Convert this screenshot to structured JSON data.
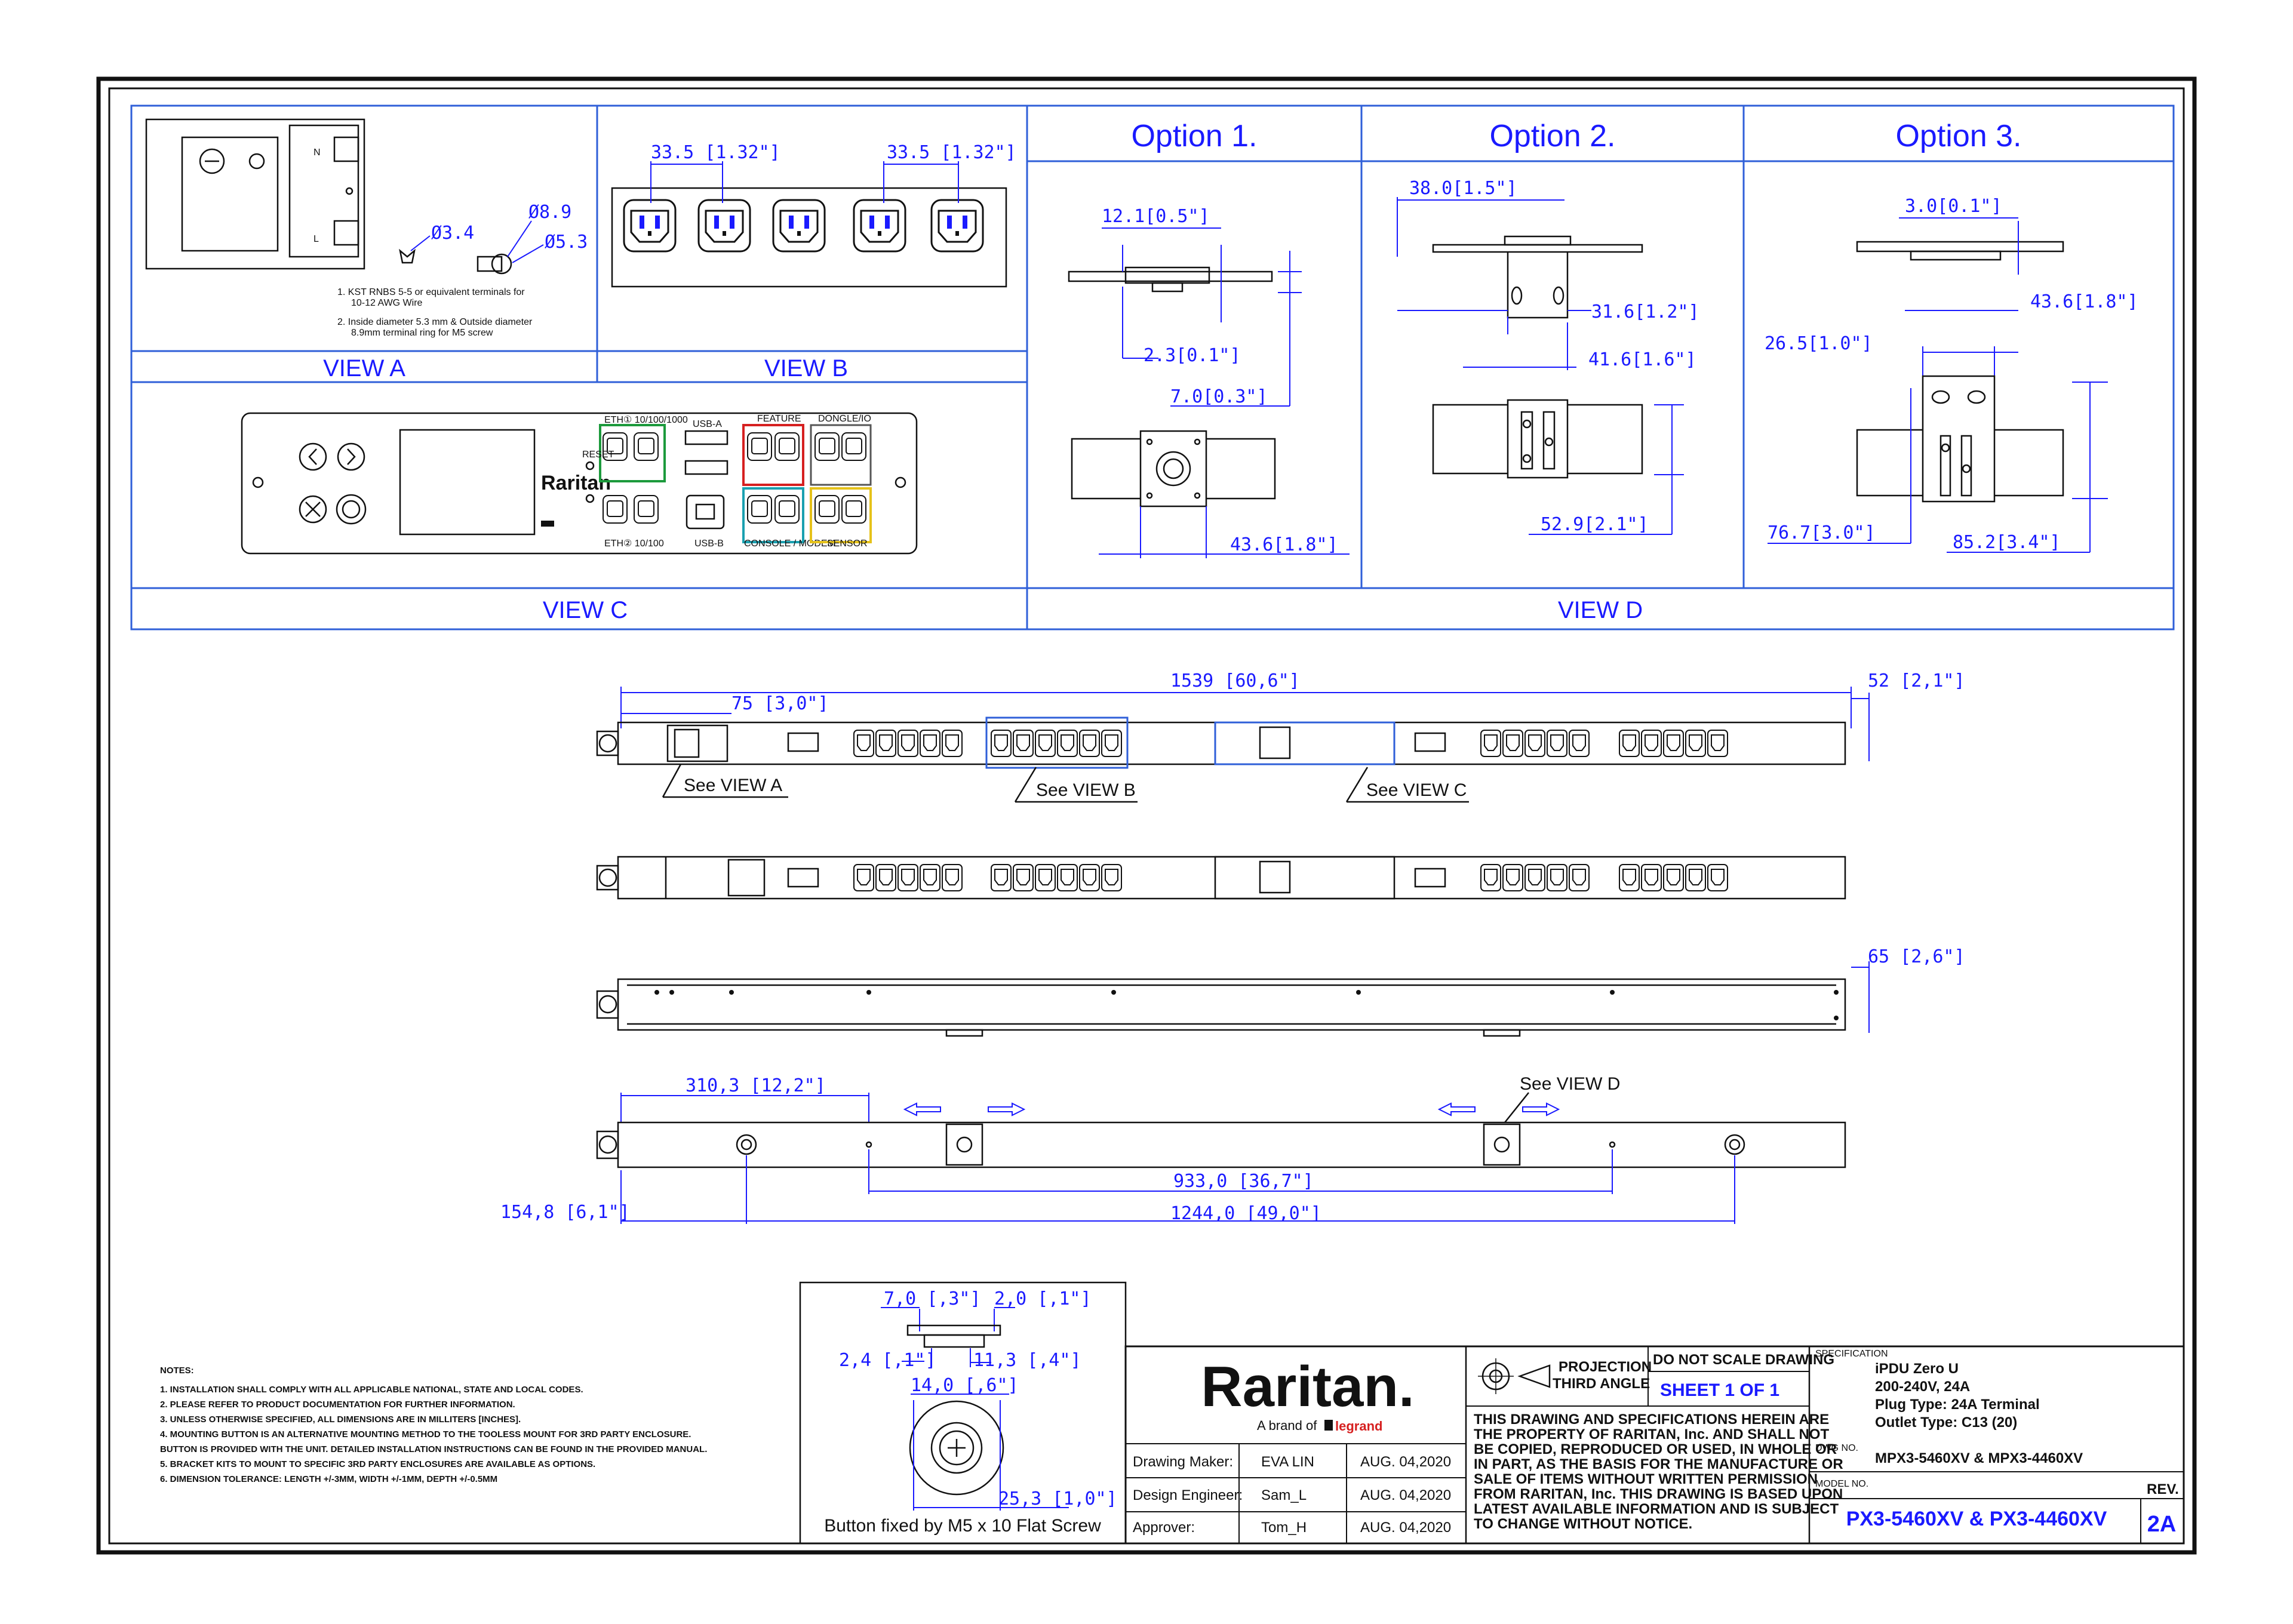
{
  "views": {
    "view_a": "VIEW A",
    "view_b": "VIEW B",
    "view_c": "VIEW C",
    "view_d": "VIEW D",
    "view_a_notes": [
      "1. KST RNBS 5-5 or equivalent terminals for",
      "10-12 AWG Wire",
      "2. Inside diameter 5.3 mm & Outside diameter",
      "8.9mm terminal ring for M5 screw"
    ],
    "view_a_dims": {
      "d1": "Ø3.4",
      "d2": "Ø8.9",
      "d3": "Ø5.3"
    },
    "view_b_dims": {
      "left": "33.5  [1.32\"]",
      "right": "33.5  [1.32\"]"
    },
    "view_c_labels": {
      "brand": "Raritan",
      "eth1": "ETH① 10/100/1000",
      "eth2": "ETH② 10/100",
      "usb_a": "USB-A",
      "usb_b": "USB-B",
      "feature": "FEATURE",
      "dongle": "DONGLE/IO",
      "reset": "RESET",
      "console": "CONSOLE / MODEM",
      "sensor": "SENSOR"
    }
  },
  "options": {
    "option1": {
      "title": "Option 1.",
      "dims": [
        "12.1[0.5\"]",
        "2.3[0.1\"]",
        "7.0[0.3\"]",
        "43.6[1.8\"]"
      ]
    },
    "option2": {
      "title": "Option  2.",
      "dims": [
        "38.0[1.5\"]",
        "31.6[1.2\"]",
        "41.6[1.6\"]",
        "52.9[2.1\"]"
      ]
    },
    "option3": {
      "title": "Option 3.",
      "dims": [
        "3.0[0.1\"]",
        "43.6[1.8\"]",
        "26.5[1.0\"]",
        "76.7[3.0\"]",
        "85.2[3.4\"]"
      ]
    }
  },
  "main_dims": {
    "overall": "1539  [60,6\"]",
    "left_offset": "75  [3,0\"]",
    "depth": "52  [2,1\"]",
    "width": "65  [2,6\"]",
    "btn_offset": "310,3  [12,2\"]",
    "btn_spacing": "933,0  [36,7\"]",
    "hole_offset": "154,8  [6,1\"]",
    "hole_spacing": "1244,0  [49,0\"]"
  },
  "callouts": {
    "see_a": "See VIEW A",
    "see_b": "See VIEW B",
    "see_c": "See VIEW C",
    "see_d": "See VIEW D"
  },
  "button_detail": {
    "caption": "Button fixed by M5 x 10 Flat Screw",
    "dims": [
      "7,0  [,3\"]",
      "2,0  [,1\"]",
      "2,4  [,1\"]",
      "11,3  [,4\"]",
      "14,0  [,6\"]",
      "25,3  [1,0\"]"
    ]
  },
  "notes": {
    "title": "NOTES:",
    "lines": [
      "1. INSTALLATION SHALL COMPLY WITH ALL APPLICABLE NATIONAL, STATE AND LOCAL CODES.",
      "2. PLEASE REFER TO PRODUCT DOCUMENTATION FOR FURTHER INFORMATION.",
      "3. UNLESS OTHERWISE SPECIFIED, ALL DIMENSIONS ARE IN MILLITERS [INCHES].",
      "4. MOUNTING BUTTON IS AN ALTERNATIVE MOUNTING METHOD TO THE TOOLESS MOUNT FOR 3RD PARTY ENCLOSURE.",
      "   BUTTON IS PROVIDED WITH THE UNIT. DETAILED INSTALLATION INSTRUCTIONS CAN BE FOUND IN THE PROVIDED MANUAL.",
      "5. BRACKET KITS TO MOUNT TO SPECIFIC 3RD PARTY ENCLOSURES ARE AVAILABLE AS OPTIONS.",
      "6. DIMENSION TOLERANCE: LENGTH +/-3MM, WIDTH +/-1MM, DEPTH +/-0.5MM"
    ]
  },
  "title_block": {
    "brand": "Raritan.",
    "brand_sub": "A brand of",
    "legrand": "legrand",
    "rows": [
      {
        "label": "Drawing Maker:",
        "name": "EVA LIN",
        "date": "AUG. 04,2020"
      },
      {
        "label": "Design Engineer:",
        "name": "Sam_L",
        "date": "AUG. 04,2020"
      },
      {
        "label": "Approver:",
        "name": "Tom_H",
        "date": "AUG. 04,2020"
      }
    ],
    "projection": "PROJECTION",
    "projection_sub": "THIRD ANGLE",
    "do_not_scale": "DO NOT SCALE DRAWING",
    "sheet": "SHEET 1 OF 1",
    "legal": [
      "THIS DRAWING AND SPECIFICATIONS HEREIN ARE",
      "THE PROPERTY OF RARITAN, Inc. AND SHALL NOT",
      "BE COPIED, REPRODUCED OR USED, IN WHOLE OR",
      "IN PART, AS THE BASIS FOR THE MANUFACTURE OR",
      "SALE OF ITEMS WITHOUT WRITTEN PERMISSION",
      "FROM RARITAN, Inc. THIS DRAWING IS BASED UPON",
      "LATEST AVAILABLE INFORMATION AND IS SUBJECT",
      "TO CHANGE WITHOUT NOTICE."
    ],
    "spec_label": "SPECIFICATION",
    "spec_lines": [
      "iPDU Zero U",
      "200-240V, 24A",
      "Plug Type: 24A Terminal",
      "Outlet Type: C13 (20)"
    ],
    "dwg_label": "DWG NO.",
    "dwg_no": "MPX3-5460XV & MPX3-4460XV",
    "model_label": "MODEL NO.",
    "model_no": "PX3-5460XV & PX3-4460XV",
    "rev_label": "REV.",
    "rev": "2A"
  }
}
